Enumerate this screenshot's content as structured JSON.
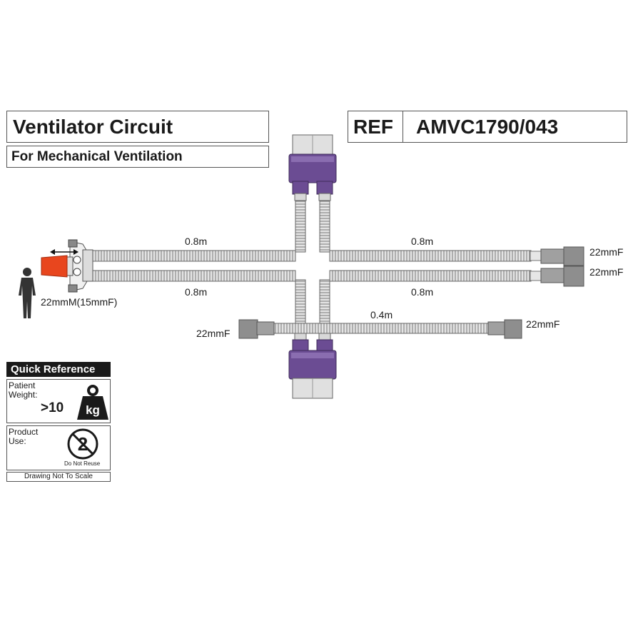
{
  "header": {
    "title": "Ventilator Circuit",
    "subtitle": "For Mechanical Ventilation",
    "ref_label": "REF",
    "ref_code": "AMVC1790/043"
  },
  "labels": {
    "limb_upper_left": "0.8m",
    "limb_lower_left": "0.8m",
    "limb_upper_right": "0.8m",
    "limb_lower_right": "0.8m",
    "limb_bottom": "0.4m",
    "patient_port": "22mmM(15mmF)",
    "port_right_upper": "22mmF",
    "port_right_lower": "22mmF",
    "port_bottom_left": "22mmF",
    "port_bottom_right": "22mmF"
  },
  "quick_reference": {
    "heading": "Quick Reference",
    "weight_label": "Patient Weight:",
    "weight_value": ">10",
    "weight_unit": "kg",
    "use_label": "Product Use:",
    "use_value": "Do Not Reuse",
    "footer": "Drawing Not To Scale"
  },
  "colors": {
    "connector_purple": "#6b4c93",
    "mask_orange": "#e8461e",
    "tubing_grey": "#cfcfcf",
    "port_grey": "#9a9a9a"
  }
}
